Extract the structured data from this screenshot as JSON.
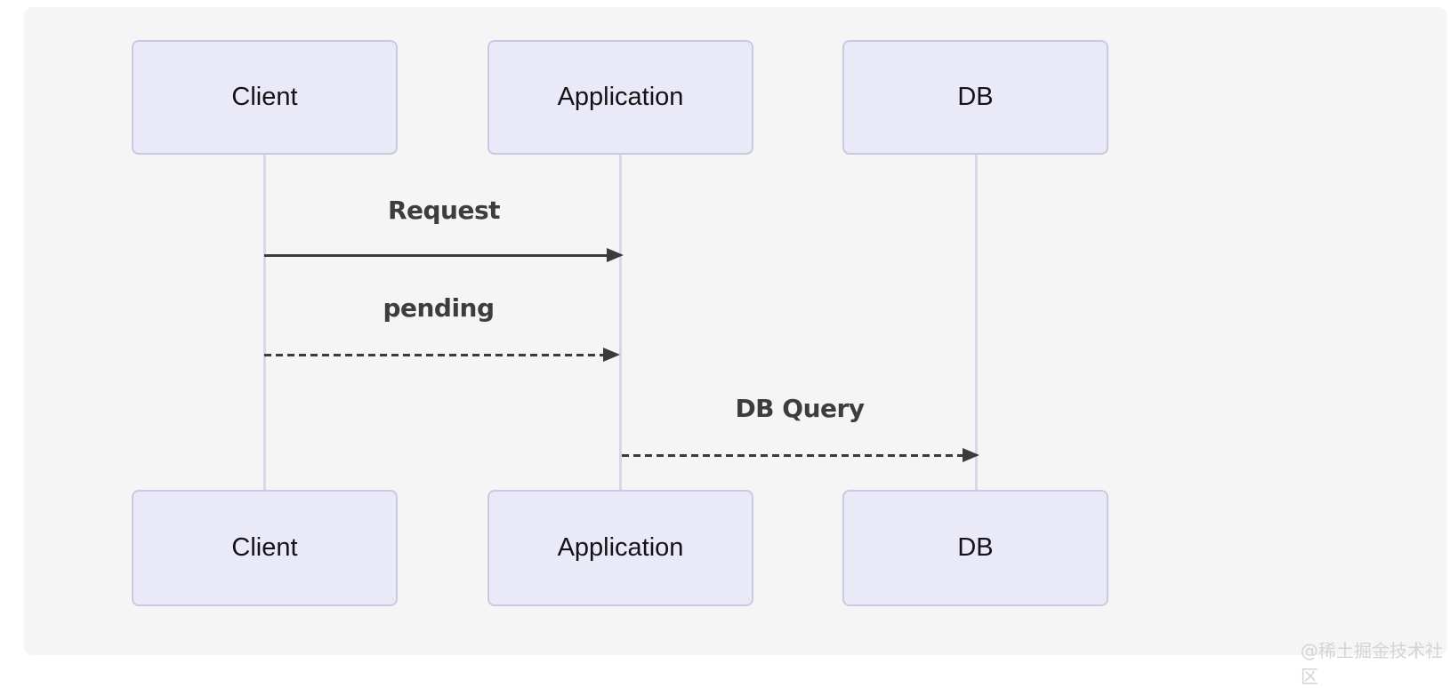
{
  "diagram": {
    "type": "sequence-diagram",
    "participants": [
      {
        "id": "client",
        "label": "Client"
      },
      {
        "id": "application",
        "label": "Application"
      },
      {
        "id": "db",
        "label": "DB"
      }
    ],
    "messages": [
      {
        "from": "Client",
        "to": "Application",
        "label": "Request",
        "line_style": "solid"
      },
      {
        "from": "Client",
        "to": "Application",
        "label": "pending",
        "line_style": "dashed"
      },
      {
        "from": "Application",
        "to": "DB",
        "label": "DB Query",
        "line_style": "dashed"
      }
    ],
    "colors": {
      "canvas_background": "#F5F5F6",
      "participant_fill": "#E9E9F8",
      "participant_border": "#C9C9E3",
      "lifeline": "#D6D6EC",
      "arrow": "#3B3B3B",
      "message_text": "#3D3D3D",
      "participant_text": "#131316"
    }
  },
  "watermark": {
    "text": "@稀土掘金技术社区"
  }
}
